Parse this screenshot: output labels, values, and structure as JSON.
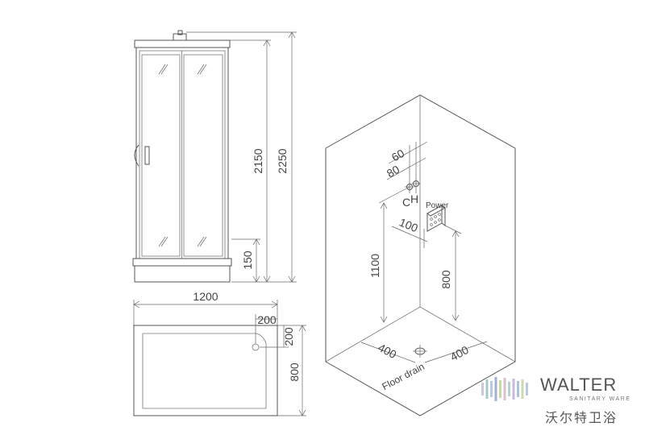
{
  "front_view": {
    "height_total": "2250",
    "height_door": "2150",
    "height_tray": "150"
  },
  "top_view": {
    "width": "1200",
    "depth": "800",
    "drain_x": "200",
    "drain_y": "200"
  },
  "room_view": {
    "dim_60": "60",
    "dim_80": "80",
    "label_c": "C",
    "label_h": "H",
    "label_power": "Power",
    "dim_100": "100",
    "dim_1100": "1100",
    "dim_800": "800",
    "dim_400_left": "400",
    "dim_400_right": "400",
    "label_floor_drain": "Floor drain"
  },
  "brand": {
    "name": "WALTER",
    "tagline": "SANITARY WARE",
    "name_cn": "沃尔特卫浴",
    "bar_colors": [
      "#c9c9d6",
      "#a8c7c9",
      "#b8c9e0",
      "#9fb3cf",
      "#c7d7a8",
      "#d8c0cf",
      "#b5d0cd",
      "#c9b9dc",
      "#a9c3d8",
      "#cfd8b0",
      "#bcc8e0"
    ]
  }
}
